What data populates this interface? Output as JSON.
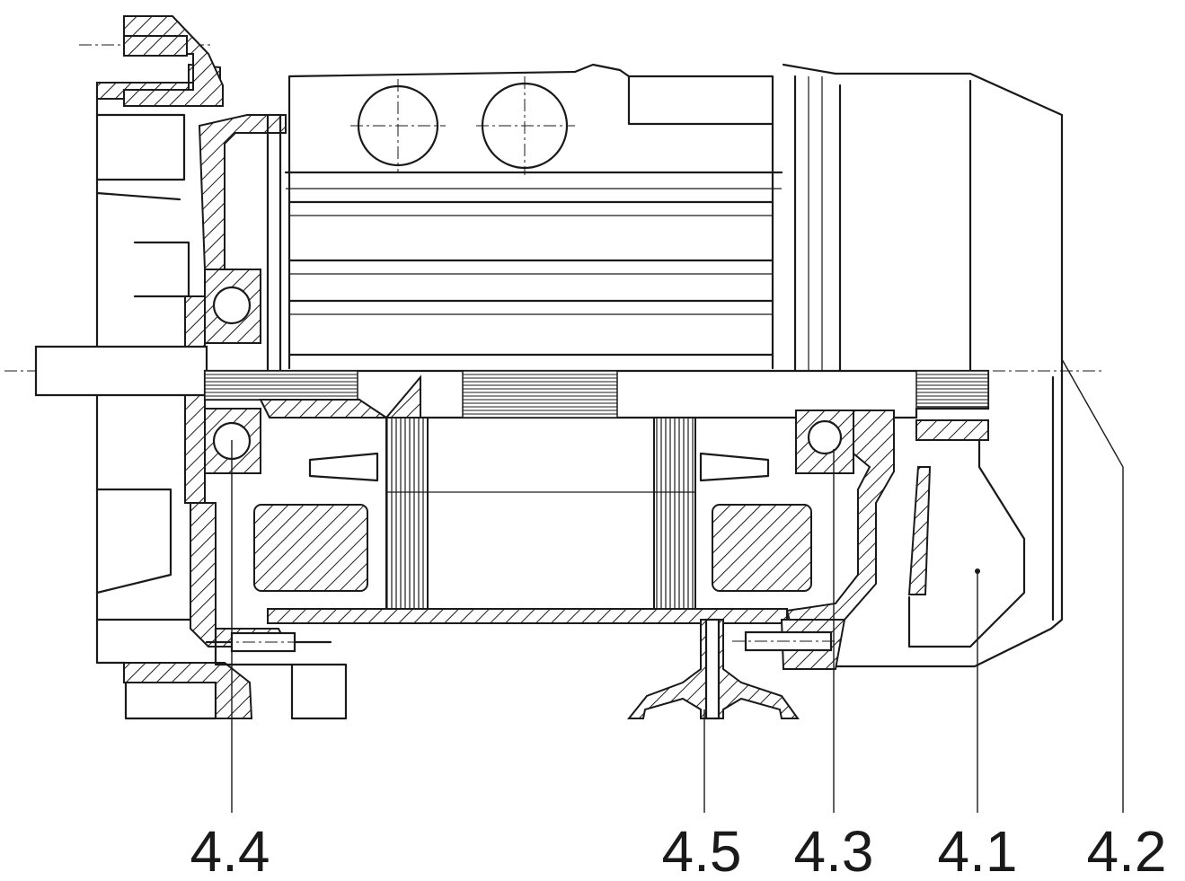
{
  "labels": [
    {
      "id": "4.4",
      "text": "4.4"
    },
    {
      "id": "4.5",
      "text": "4.5"
    },
    {
      "id": "4.3",
      "text": "4.3"
    },
    {
      "id": "4.1",
      "text": "4.1"
    },
    {
      "id": "4.2",
      "text": "4.2"
    }
  ]
}
